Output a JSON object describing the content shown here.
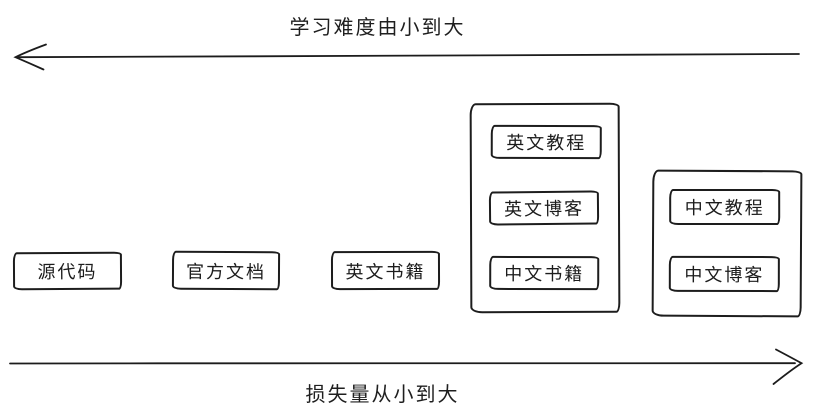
{
  "diagram": {
    "top_axis": {
      "label": "学习难度由小到大",
      "direction": "left"
    },
    "bottom_axis": {
      "label": "损失量从小到大",
      "direction": "right"
    },
    "boxes": [
      {
        "label": "源代码"
      },
      {
        "label": "官方文档"
      },
      {
        "label": "英文书籍"
      }
    ],
    "groups": [
      {
        "items": [
          {
            "label": "英文教程"
          },
          {
            "label": "英文博客"
          },
          {
            "label": "中文书籍"
          }
        ]
      },
      {
        "items": [
          {
            "label": "中文教程"
          },
          {
            "label": "中文博客"
          }
        ]
      }
    ],
    "colors": {
      "ink": "#1c1c1c",
      "background": "#ffffff"
    }
  }
}
